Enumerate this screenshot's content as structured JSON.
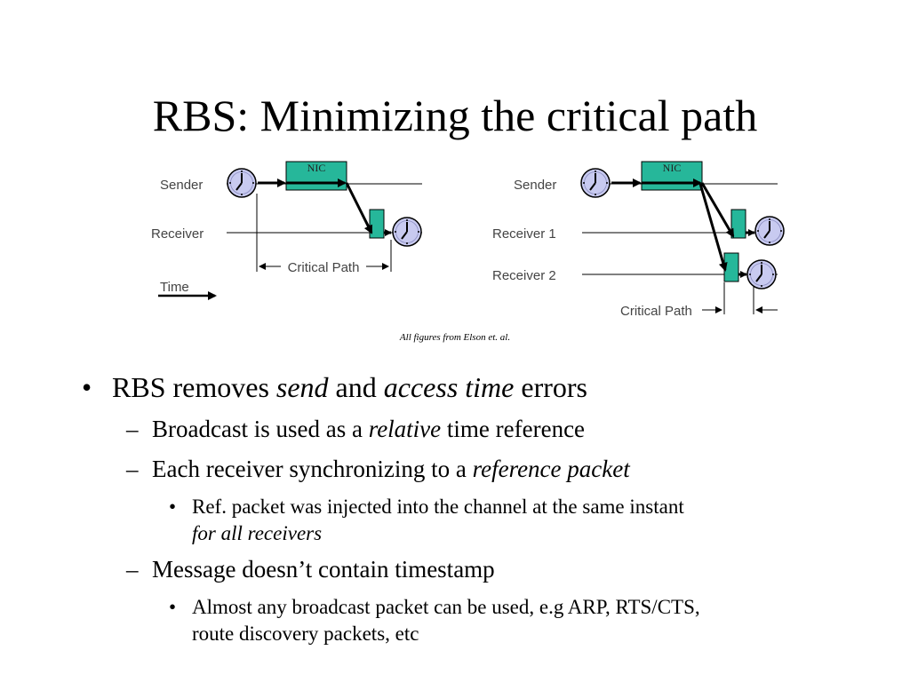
{
  "slide": {
    "title": "RBS: Minimizing the critical path",
    "caption": "All figures from Elson et. al."
  },
  "figure_left": {
    "sender_label": "Sender",
    "receiver_label": "Receiver",
    "nic_label": "NIC",
    "critical_path_label": "Critical Path",
    "time_label": "Time"
  },
  "figure_right": {
    "sender_label": "Sender",
    "receiver1_label": "Receiver 1",
    "receiver2_label": "Receiver 2",
    "nic_label": "NIC",
    "critical_path_label": "Critical Path"
  },
  "bullets": {
    "b1": {
      "marker": "•",
      "pre": "RBS removes ",
      "em1": "send",
      "mid": " and ",
      "em2": "access time",
      "post": " errors"
    },
    "b1_1": {
      "marker": "–",
      "pre": "Broadcast is used as a ",
      "em": "relative",
      "post": " time reference"
    },
    "b1_2": {
      "marker": "–",
      "pre": "Each receiver synchronizing to a ",
      "em": "reference packet"
    },
    "b1_2_1": {
      "marker": "•",
      "line1": "Ref. packet was injected into the channel at the same instant",
      "line2_em": "for all receivers"
    },
    "b1_3": {
      "marker": "–",
      "text": "Message doesn’t contain timestamp"
    },
    "b1_3_1": {
      "marker": "•",
      "line1": "Almost any broadcast packet can be used, e.g ARP, RTS/CTS,",
      "line2": "route discovery packets, etc"
    }
  },
  "colors": {
    "nic_fill": "#26b79a",
    "clock_face": "#c8caf0",
    "line": "#000000"
  }
}
